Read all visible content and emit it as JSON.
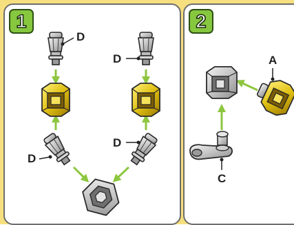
{
  "colors": {
    "background": "#f6df7e",
    "panel_border": "#6d6d6d",
    "badge_fill": "#86c73f",
    "connector": "#8cc63f",
    "grey_part": "#c8c8c8",
    "yellow_part": "#e3c21a"
  },
  "steps": [
    {
      "number": "1",
      "labels": [
        "D",
        "D",
        "D",
        "D"
      ]
    },
    {
      "number": "2",
      "labels": [
        "A",
        "C"
      ]
    }
  ],
  "icons": [
    "grey-connector-piece-icon",
    "yellow-hub-icon",
    "grey-hub-icon",
    "grey-pivot-arm-icon"
  ]
}
